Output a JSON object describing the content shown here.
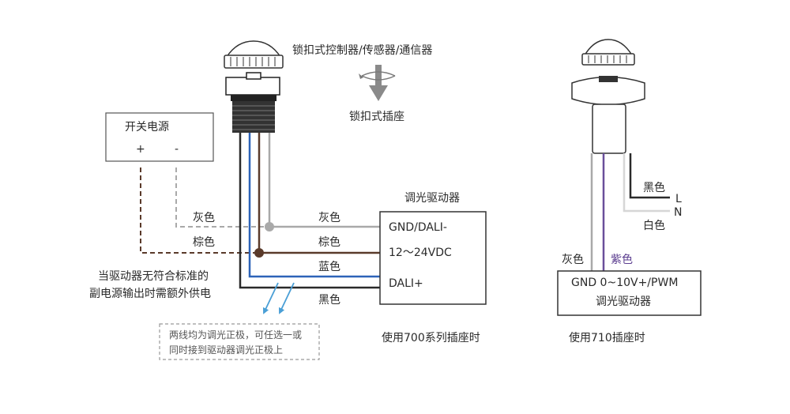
{
  "colors": {
    "gray_wire": "#a9a9a9",
    "brown_wire": "#5a3a2a",
    "blue_wire": "#2d63b8",
    "black_wire": "#2a2a2a",
    "purple_wire": "#6a4f9a",
    "white_wire": "#d6d6d6",
    "arrow_blue": "#4a9fd6",
    "rotate_arrow": "#7a7a7a"
  },
  "left": {
    "module_label": "锁扣式控制器/传感器/通信器",
    "socket_label": "锁扣式插座",
    "power_supply": {
      "title": "开关电源",
      "plus": "+",
      "minus": "-"
    },
    "psu_wire_gray": "灰色",
    "psu_wire_brown": "棕色",
    "note": [
      "当驱动器无符合标准的",
      "副电源输出时需额外供电"
    ],
    "wire_gray": "灰色",
    "wire_brown": "棕色",
    "wire_blue": "蓝色",
    "wire_black": "黑色",
    "driver_title": "调光驱动器",
    "driver_terminals": [
      "GND/DALI-",
      "12～24VDC",
      "DALI+"
    ],
    "dashed_note": [
      "两线均为调光正极，可任选一或",
      "同时接到驱动器调光正极上"
    ],
    "caption": "使用700系列插座时"
  },
  "right": {
    "wire_black": "黑色",
    "wire_white": "白色",
    "L": "L",
    "N": "N",
    "wire_gray": "灰色",
    "wire_purple": "紫色",
    "driver_terminals": "GND  0~10V+/PWM",
    "driver_title": "调光驱动器",
    "caption": "使用710插座时"
  }
}
